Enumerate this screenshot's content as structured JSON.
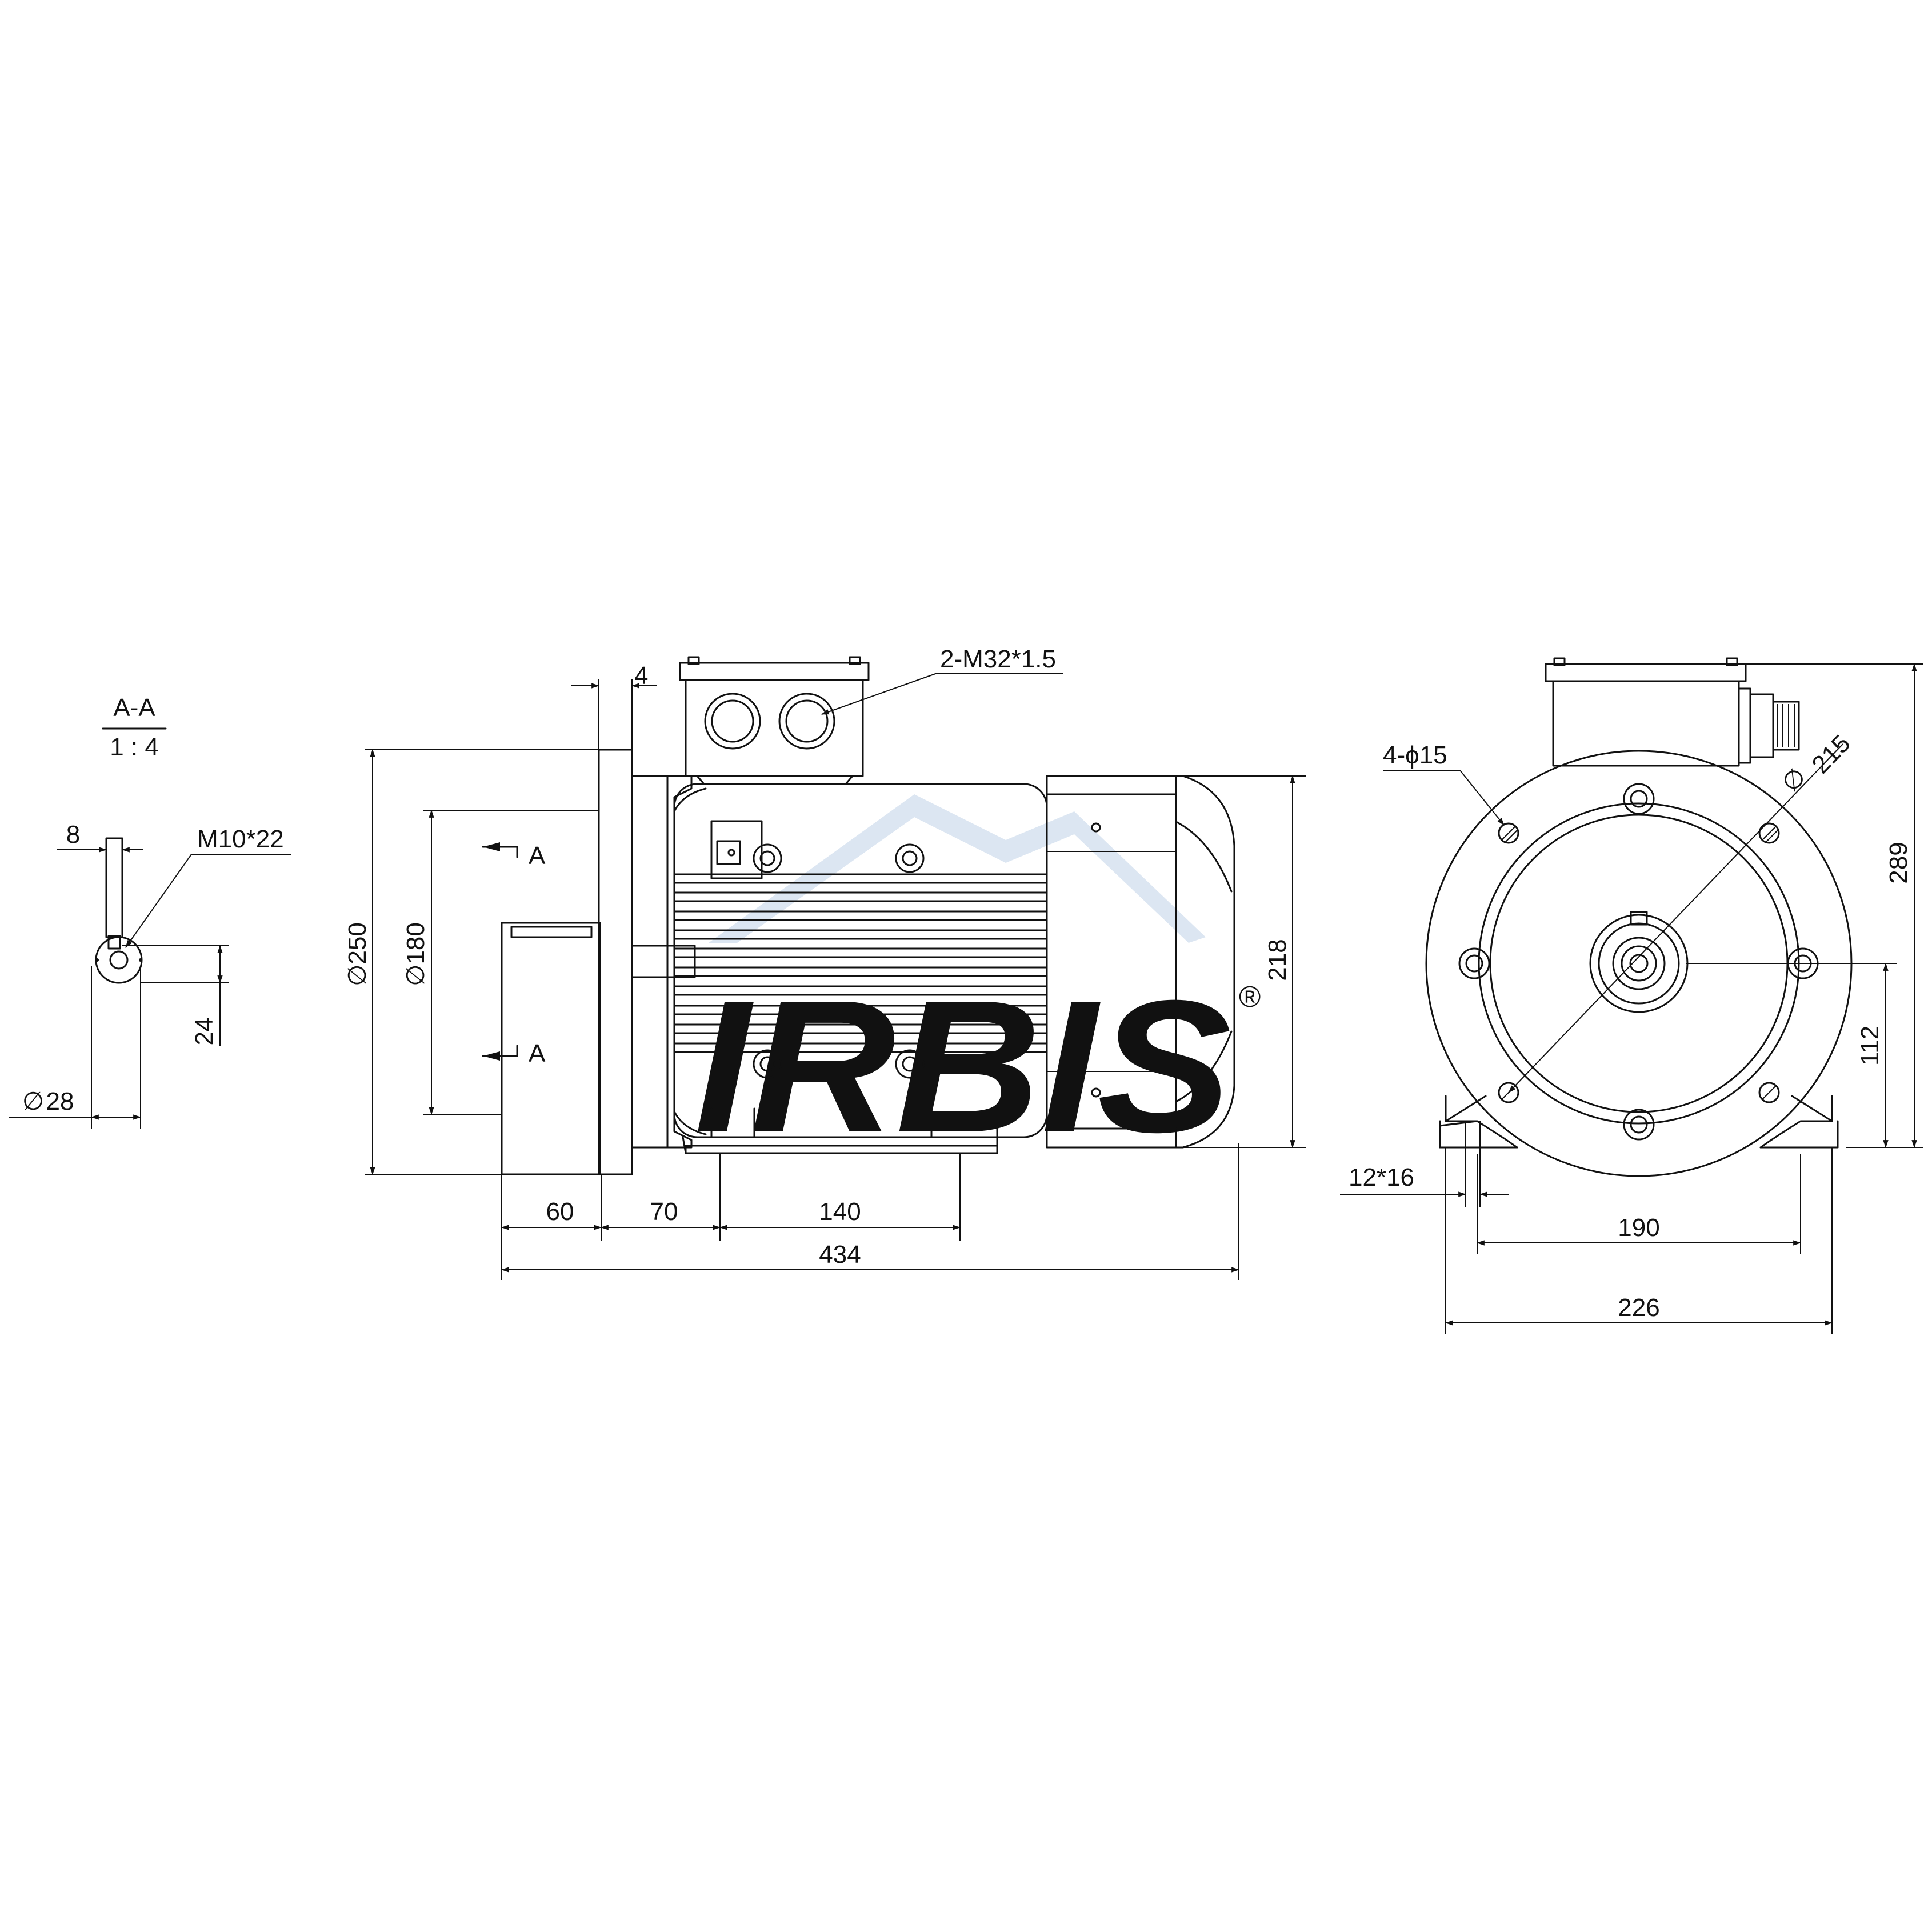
{
  "watermark": {
    "text": "IRBIS",
    "registered": "®",
    "color": "#dce6f2"
  },
  "section_view": {
    "title": "A-A",
    "scale": "1 : 4",
    "dims": {
      "key_width": "8",
      "thread": "M10*22",
      "key_height": "24",
      "shaft_diameter_symbol": "∅",
      "shaft_diameter": "28"
    }
  },
  "side_view": {
    "cable_glands": "2-M32*1.5",
    "section_mark": "A",
    "dims": {
      "flange_thickness": "4",
      "flange_diameter": "∅250",
      "spigot_diameter": "∅180",
      "height": "218",
      "shaft_length": "60",
      "flange_to_foot": "70",
      "foot_spacing": "140",
      "overall_length": "434"
    }
  },
  "front_view": {
    "dims": {
      "flange_holes": "4-ϕ15",
      "pcd_symbol": "∅",
      "pcd": "215",
      "overall_height": "289",
      "shaft_height": "112",
      "foot_slot": "12*16",
      "foot_hole_spacing": "190",
      "foot_width": "226"
    }
  }
}
